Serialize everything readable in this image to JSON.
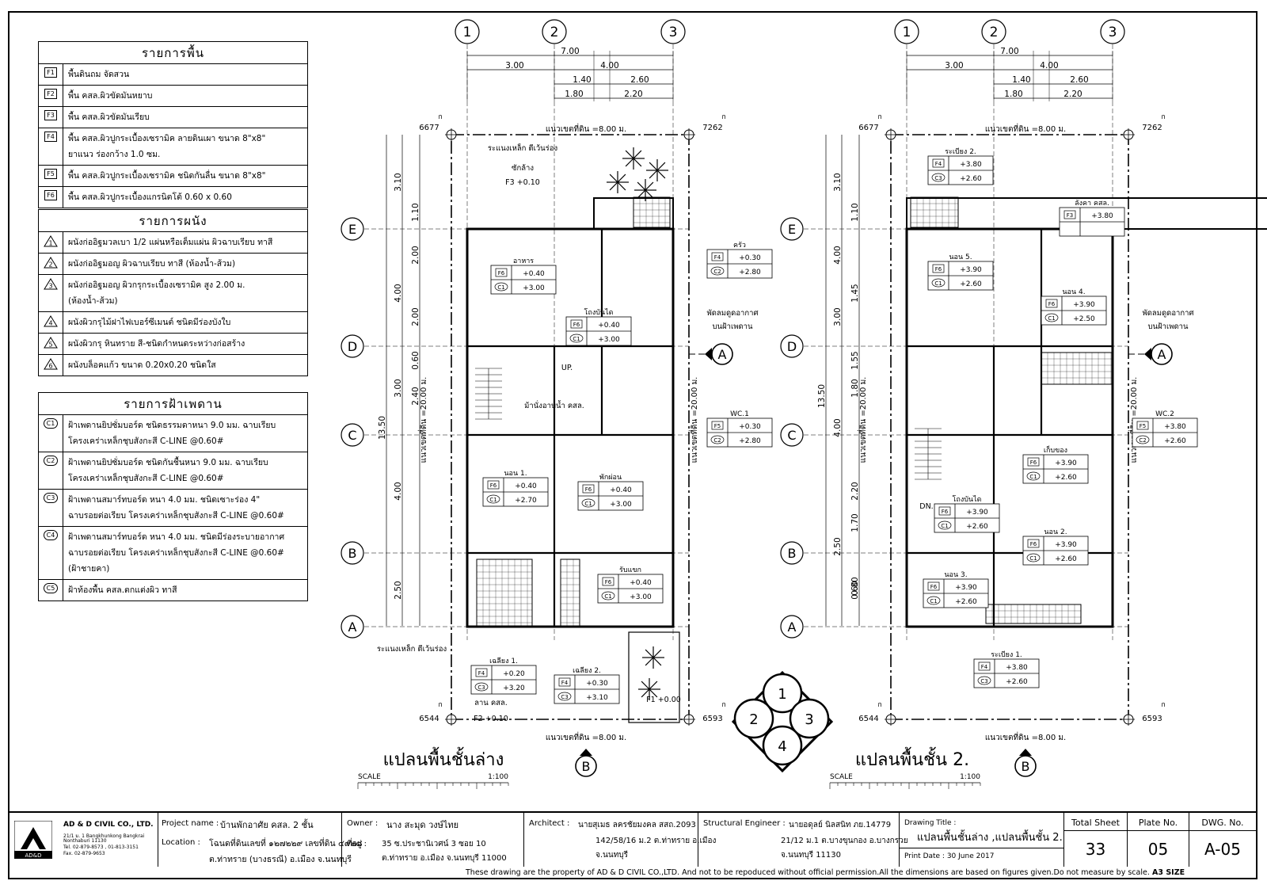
{
  "floor_legend": {
    "title": "รายการพื้น",
    "items": [
      {
        "code": "F1",
        "text": "พื้นดินถม จัดสวน"
      },
      {
        "code": "F2",
        "text": "พื้น คสล.ผิวขัดมันหยาบ"
      },
      {
        "code": "F3",
        "text": "พื้น คสล.ผิวขัดมันเรียบ"
      },
      {
        "code": "F4",
        "text": "พื้น คสล.ผิวปูกระเบื้องเซรามิค ลายดินเผา ขนาด 8\"x8\"\nยาแนว ร่องกว้าง 1.0 ซม."
      },
      {
        "code": "F5",
        "text": "พื้น คสล.ผิวปูกระเบื้องเซรามิค ชนิดกันลื่น ขนาด 8\"x8\""
      },
      {
        "code": "F6",
        "text": "พื้น คสล.ผิวปูกระเบื้องแกรนิตโต้ 0.60 x 0.60"
      }
    ]
  },
  "wall_legend": {
    "title": "รายการผนัง",
    "items": [
      {
        "code": "1",
        "text": "ผนังก่ออิฐมวลเบา 1/2 แผ่นหรือเต็มแผ่น ผิวฉาบเรียบ ทาสี"
      },
      {
        "code": "2",
        "text": "ผนังก่ออิฐมอญ ผิวฉาบเรียบ ทาสี (ห้องน้ำ-ส้วม)"
      },
      {
        "code": "3",
        "text": "ผนังก่ออิฐมอญ ผิวกรุกระเบื้องเซรามิค สูง 2.00 ม.\n(ห้องน้ำ-ส้วม)"
      },
      {
        "code": "4",
        "text": "ผนังผิวกรุไม้ฝาไฟเบอร์ซีเมนต์ ชนิดมีร่องบังใบ"
      },
      {
        "code": "5",
        "text": "ผนังผิวกรุ หินทราย สี-ชนิดกำหนดระหว่างก่อสร้าง"
      },
      {
        "code": "6",
        "text": "ผนังบล็อคแก้ว ขนาด 0.20x0.20 ชนิดใส"
      }
    ]
  },
  "ceiling_legend": {
    "title": "รายการฝ้าเพดาน",
    "items": [
      {
        "code": "C1",
        "text": "ฝ้าเพดานยิปซั่มบอร์ด ชนิดธรรมดาหนา 9.0 มม. ฉาบเรียบ\nโครงเคร่าเหล็กชุบสังกะสี C-LINE @0.60#"
      },
      {
        "code": "C2",
        "text": "ฝ้าเพดานยิปซั่มบอร์ด ชนิดกันชื้นหนา 9.0 มม. ฉาบเรียบ\nโครงเคร่าเหล็กชุบสังกะสี C-LINE @0.60#"
      },
      {
        "code": "C3",
        "text": "ฝ้าเพดานสมาร์ทบอร์ด หนา 4.0 มม. ชนิดเซาะร่อง 4\"\nฉาบรอยต่อเรียบ โครงเคร่าเหล็กชุบสังกะสี C-LINE @0.60#"
      },
      {
        "code": "C4",
        "text": "ฝ้าเพดานสมาร์ทบอร์ด หนา 4.0 มม. ชนิดมีร่องระบายอากาศ\nฉาบรอยต่อเรียบ โครงเคร่าเหล็กชุบสังกะสี C-LINE @0.60#\n(ฝ้าชายคา)"
      },
      {
        "code": "C5",
        "text": "ฝ้าท้องพื้น คสล.ตกแต่งผิว ทาสี"
      }
    ]
  },
  "plans": [
    {
      "title": "แปลนพื้นชั้นล่าง",
      "scale_label": "SCALE",
      "scale_value": "1:100",
      "grid_cols": [
        "1",
        "2",
        "3"
      ],
      "grid_rows": [
        "E",
        "D",
        "C",
        "B",
        "A"
      ],
      "dims_top": [
        "7.00",
        "3.00",
        "4.00",
        "1.40",
        "2.60",
        "1.80",
        "2.20"
      ],
      "dims_left": [
        "3.10",
        "1.10",
        "2.00",
        "4.00",
        "2.00",
        "0.60",
        "2.40",
        "3.00",
        "13.50",
        "4.00",
        "2.50"
      ],
      "boundary_top": "แนวเขตที่ดิน =8.00 ม.",
      "boundary_bottom": "แนวเขตที่ดิน =8.00 ม.",
      "boundary_side": "แนวเขตที่ดิน =20.00 ม.",
      "corner_marks": [
        "6677",
        "7262",
        "6544",
        "6593"
      ],
      "section_marks": [
        "A",
        "B"
      ],
      "rooms": [
        {
          "name": "อาหาร",
          "f": "F6",
          "fv": "+0.40",
          "c": "C1",
          "cv": "+3.00"
        },
        {
          "name": "ครัว",
          "f": "F4",
          "fv": "+0.30",
          "c": "C2",
          "cv": "+2.80"
        },
        {
          "name": "โถงบันได",
          "f": "F6",
          "fv": "+0.40",
          "c": "C1",
          "cv": "+3.00"
        },
        {
          "name": "WC.1",
          "f": "F5",
          "fv": "+0.30",
          "c": "C2",
          "cv": "+2.80"
        },
        {
          "name": "นอน 1.",
          "f": "F6",
          "fv": "+0.40",
          "c": "C1",
          "cv": "+2.70"
        },
        {
          "name": "พักผ่อน",
          "f": "F6",
          "fv": "+0.40",
          "c": "C1",
          "cv": "+3.00"
        },
        {
          "name": "รับแขก",
          "f": "F6",
          "fv": "+0.40",
          "c": "C1",
          "cv": "+3.00"
        },
        {
          "name": "เฉลียง 1.",
          "f": "F4",
          "fv": "+0.20",
          "c": "C3",
          "cv": "+3.20"
        },
        {
          "name": "เฉลียง 2.",
          "f": "F4",
          "fv": "+0.30",
          "c": "C3",
          "cv": "+3.10"
        }
      ],
      "notes": [
        "ระแนงเหล็ก ตีเว้นร่อง",
        "ซักล้าง",
        "F3 +0.10",
        "พัดลมดูดอากาศ",
        "บนฝ้าเพดาน",
        "UP.",
        "ม้านั่งอาบน้ำ คสล.",
        "ระแนงเหล็ก ตีเว้นร่อง",
        "ลาน คสล.",
        "F2 +0.10",
        "F1 +0.00"
      ]
    },
    {
      "title": "แปลนพื้นชั้น 2.",
      "scale_label": "SCALE",
      "scale_value": "1:100",
      "grid_cols": [
        "1",
        "2",
        "3"
      ],
      "grid_rows": [
        "E",
        "D",
        "C",
        "B",
        "A"
      ],
      "dims_top": [
        "7.00",
        "3.00",
        "4.00",
        "1.40",
        "2.60",
        "1.80",
        "2.20"
      ],
      "dims_left": [
        "3.10",
        "1.10",
        "4.00",
        "1.45",
        "3.00",
        "1.55",
        "13.50",
        "1.80",
        "4.00",
        "2.20",
        "0.60",
        "1.70",
        "2.50",
        "0.80"
      ],
      "boundary_top": "แนวเขตที่ดิน =8.00 ม.",
      "boundary_bottom": "แนวเขตที่ดิน =8.00 ม.",
      "boundary_side": "แนวเขตที่ดิน =20.00 ม.",
      "corner_marks": [
        "6677",
        "7262",
        "6544",
        "6593"
      ],
      "section_marks": [
        "A",
        "B"
      ],
      "rooms": [
        {
          "name": "ระเบียง 2.",
          "f": "F4",
          "fv": "+3.80",
          "c": "C3",
          "cv": "+2.60"
        },
        {
          "name": "ลังคา คสล.",
          "f": "F3",
          "fv": "+3.80",
          "c": "",
          "cv": ""
        },
        {
          "name": "นอน 5.",
          "f": "F6",
          "fv": "+3.90",
          "c": "C1",
          "cv": "+2.60"
        },
        {
          "name": "นอน 4.",
          "f": "F6",
          "fv": "+3.90",
          "c": "C1",
          "cv": "+2.50"
        },
        {
          "name": "WC.2",
          "f": "F5",
          "fv": "+3.80",
          "c": "C2",
          "cv": "+2.60"
        },
        {
          "name": "เก็บของ",
          "f": "F6",
          "fv": "+3.90",
          "c": "C1",
          "cv": "+2.60"
        },
        {
          "name": "โถงบันได",
          "f": "F6",
          "fv": "+3.90",
          "c": "C1",
          "cv": "+2.60"
        },
        {
          "name": "นอน 2.",
          "f": "F6",
          "fv": "+3.90",
          "c": "C1",
          "cv": "+2.60"
        },
        {
          "name": "นอน 3.",
          "f": "F6",
          "fv": "+3.90",
          "c": "C1",
          "cv": "+2.60"
        },
        {
          "name": "ระเบียง 1.",
          "f": "F4",
          "fv": "+3.80",
          "c": "C3",
          "cv": "+2.60"
        }
      ],
      "notes": [
        "พัดลมดูดอากาศ",
        "บนฝ้าเพดาน",
        "DN."
      ]
    }
  ],
  "compass": [
    "1",
    "2",
    "3",
    "4"
  ],
  "title_block": {
    "company": "AD & D CIVIL CO., LTD.",
    "company_addr": [
      "21/1 ม. 1 Bangkhunkong Bangkrai",
      "Nonthaburi 11130",
      "Tel. 02-879-8573 , 01-813-3151",
      "Fax. 02-879-9653"
    ],
    "logo_text": "AD&D",
    "project_label": "Project name :",
    "project_value": "บ้านพักอาศัย คสล. 2 ชั้น",
    "location_label": "Location :",
    "location_value": "โฉนดที่ดินเลขที่ ๑๒๗๒๒๙ เลขที่ดิน ๔๙๒๘",
    "location_value2": "ต.ท่าทราย (บางธรณี) อ.เมือง จ.นนทบุรี",
    "owner_label": "Owner :",
    "owner_value": "นาง สะมุด วงษ์ไทย",
    "address_label": "ที่อยู่ :",
    "address_value": "35 ซ.ประชานิเวศน์ 3 ซอย 10",
    "address_value2": "ต.ท่าทราย อ.เมือง จ.นนทบุรี 11000",
    "architect_label": "Architect :",
    "architect_value": "นายสุเมธ ลครชัยมงคล สสถ.2093",
    "architect_addr": "142/58/16 ม.2 ต.ท่าทราย อ.เมือง",
    "architect_addr2": "จ.นนทบุรี",
    "engineer_label": "Structural Engineer :",
    "engineer_value": "นายอดุลย์ นิลสนิท ภย.14779",
    "engineer_addr": "21/12 ม.1 ต.บางขุนกอง อ.บางกรวย",
    "engineer_addr2": "จ.นนทบุรี 11130",
    "drawing_title_label": "Drawing Title :",
    "drawing_title_value": "แปลนพื้นชั้นล่าง ,แปลนพื้นชั้น 2.",
    "print_date": "Print Date :  30 June 2017",
    "total_sheet_label": "Total Sheet",
    "total_sheet_value": "33",
    "plate_label": "Plate No.",
    "plate_value": "05",
    "dwg_label": "DWG. No.",
    "dwg_value": "A-05"
  },
  "footer_note": "These drawing are the property of AD & D CIVIL CO.,LTD. And not to be repoduced without official permission.All the dimensions are based on figures given.Do not measure by scale.",
  "footer_size": "A3 SIZE"
}
